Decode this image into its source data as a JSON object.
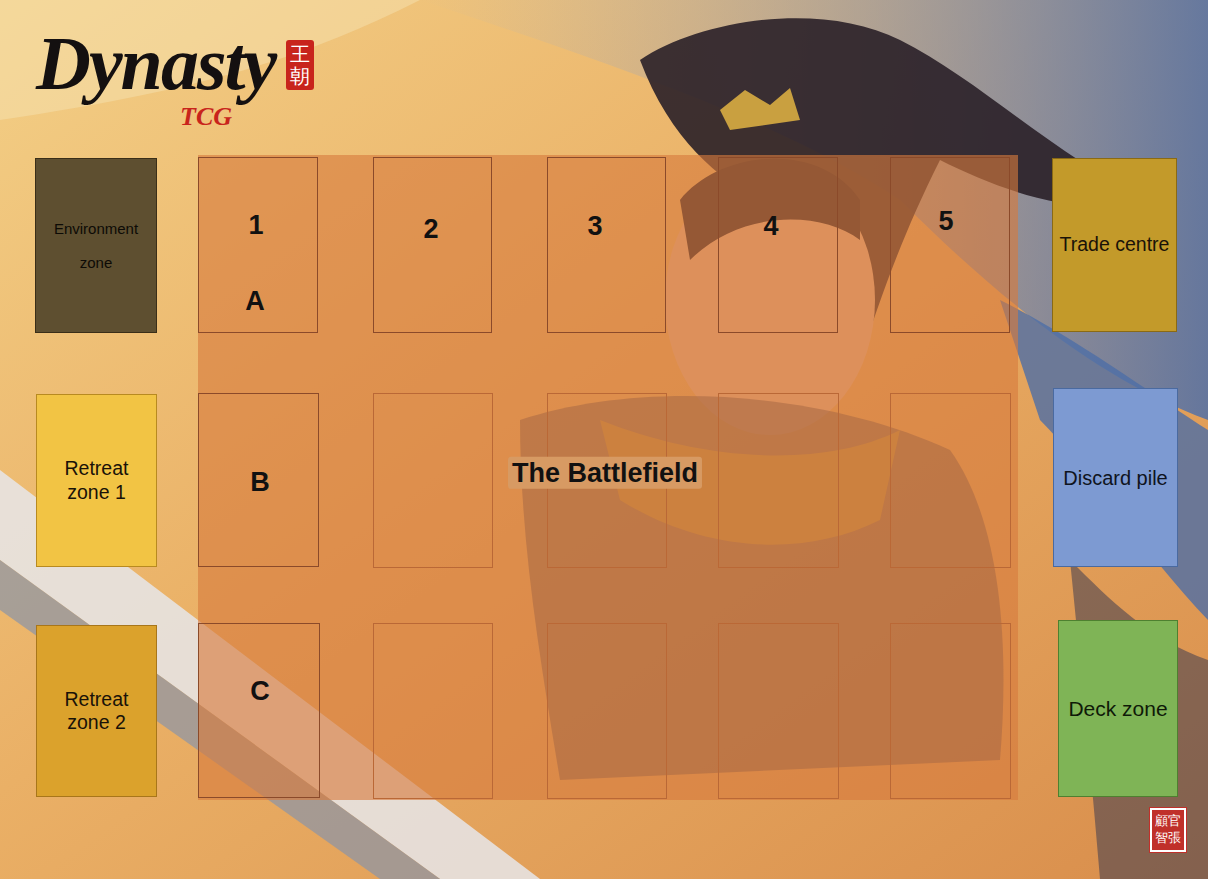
{
  "diagram": {
    "nodes": [
      {
        "text": [
          "Environment zone"
        ]
      },
      {
        "text": [
          "Retreat zone 1"
        ]
      },
      {
        "text": [
          "Retreat zone 2"
        ]
      },
      {
        "text": [
          "The Battlefield"
        ]
      },
      {
        "text": [
          "1",
          "A"
        ],
        "in": 3
      },
      {
        "text": [
          "2"
        ],
        "in": 3
      },
      {
        "text": [
          "3"
        ],
        "in": 3
      },
      {
        "text": [
          "4"
        ],
        "in": 3
      },
      {
        "text": [
          "5"
        ],
        "in": 3
      },
      {
        "text": [
          "B"
        ],
        "in": 3
      },
      {
        "text": [
          "C"
        ],
        "in": 3
      },
      {
        "text": [
          "Trade centre"
        ]
      },
      {
        "text": [
          "Discard pile"
        ]
      },
      {
        "text": [
          "Deck zone"
        ]
      }
    ],
    "labels": [
      "Dynasty",
      "TCG",
      "王朝",
      "顧官智張"
    ]
  }
}
